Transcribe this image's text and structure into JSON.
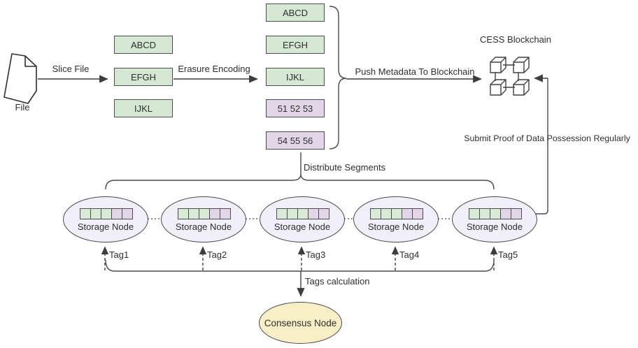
{
  "diagram": {
    "title_hint": "CESS file storage flow",
    "file": {
      "label": "File"
    },
    "arrows": {
      "slice_file": "Slice File",
      "erasure_encoding": "Erasure Encoding",
      "push_metadata": "Push Metadata To Blockchain",
      "distribute_segments": "Distribute Segments",
      "submit_proof": "Submit Proof of Data Possession Regularly",
      "tags_calculation": "Tags calculation"
    },
    "slices": [
      {
        "label": "ABCD"
      },
      {
        "label": "EFGH"
      },
      {
        "label": "IJKL"
      }
    ],
    "segments": [
      {
        "label": "ABCD",
        "type": "data"
      },
      {
        "label": "EFGH",
        "type": "data"
      },
      {
        "label": "IJKL",
        "type": "data"
      },
      {
        "label": "51 52 53",
        "type": "parity"
      },
      {
        "label": "54 55 56",
        "type": "parity"
      }
    ],
    "blockchain": {
      "label": "CESS Blockchain",
      "icon": "linked-cubes-icon"
    },
    "storage_nodes": [
      {
        "label": "Storage Node",
        "tag": "Tag1"
      },
      {
        "label": "Storage Node",
        "tag": "Tag2"
      },
      {
        "label": "Storage Node",
        "tag": "Tag3"
      },
      {
        "label": "Storage Node",
        "tag": "Tag4"
      },
      {
        "label": "Storage Node",
        "tag": "Tag5"
      }
    ],
    "consensus_node": {
      "label": "Consensus Node"
    },
    "colors": {
      "data_segment_fill": "#d5e8d4",
      "parity_segment_fill": "#e1d5e7",
      "storage_node_fill": "#f0effa",
      "consensus_node_fill": "#f9efc7",
      "line": "#4a4a4a",
      "text": "#2f2f2f",
      "background": "#ffffff"
    }
  }
}
